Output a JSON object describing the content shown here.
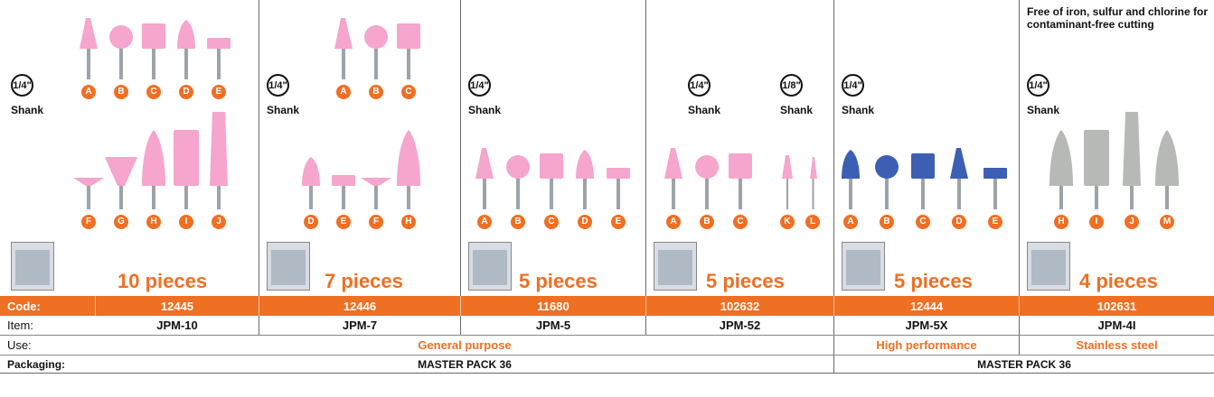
{
  "colors": {
    "accent": "#ef6f23",
    "pink": "#f6a5cd",
    "blue": "#3c5fb4",
    "gray": "#b7b9b6"
  },
  "panels": [
    {
      "id": "jpm10",
      "shank": [
        {
          "size": "1/4\"",
          "label": "Shank"
        }
      ],
      "top_stones": [
        {
          "letter": "A",
          "shape": "cone"
        },
        {
          "letter": "B",
          "shape": "ball"
        },
        {
          "letter": "C",
          "shape": "cyl"
        },
        {
          "letter": "D",
          "shape": "bullet"
        },
        {
          "letter": "E",
          "shape": "disc"
        }
      ],
      "bottom_stones": [
        {
          "letter": "F",
          "shape": "wheel"
        },
        {
          "letter": "G",
          "shape": "cup"
        },
        {
          "letter": "H",
          "shape": "tallbullet"
        },
        {
          "letter": "I",
          "shape": "tallcyl"
        },
        {
          "letter": "J",
          "shape": "taper"
        }
      ],
      "pieces": "10 pieces"
    },
    {
      "id": "jpm7",
      "shank": [
        {
          "size": "1/4\"",
          "label": "Shank"
        }
      ],
      "top_stones": [
        {
          "letter": "A",
          "shape": "cone"
        },
        {
          "letter": "B",
          "shape": "ball"
        },
        {
          "letter": "C",
          "shape": "cyl"
        }
      ],
      "bottom_stones": [
        {
          "letter": "D",
          "shape": "bullet"
        },
        {
          "letter": "E",
          "shape": "disc"
        },
        {
          "letter": "F",
          "shape": "wheel"
        },
        {
          "letter": "H",
          "shape": "tallbullet"
        }
      ],
      "pieces": "7 pieces"
    },
    {
      "id": "jpm5",
      "shank": [
        {
          "size": "1/4\"",
          "label": "Shank"
        }
      ],
      "top_stones": [],
      "bottom_stones": [
        {
          "letter": "A",
          "shape": "cone"
        },
        {
          "letter": "B",
          "shape": "ball"
        },
        {
          "letter": "C",
          "shape": "cyl"
        },
        {
          "letter": "D",
          "shape": "bullet"
        },
        {
          "letter": "E",
          "shape": "disc"
        }
      ],
      "pieces": "5 pieces"
    },
    {
      "id": "jpm52",
      "shank": [
        {
          "size": "1/4\"",
          "label": "Shank"
        },
        {
          "size": "1/8\"",
          "label": "Shank"
        }
      ],
      "top_stones": [],
      "bottom_stones": [
        {
          "letter": "A",
          "shape": "cone"
        },
        {
          "letter": "B",
          "shape": "ball"
        },
        {
          "letter": "C",
          "shape": "cyl"
        },
        {
          "letter": "K",
          "shape": "smallcone"
        },
        {
          "letter": "L",
          "shape": "smallneedle"
        }
      ],
      "pieces": "5 pieces"
    },
    {
      "id": "jpm5x",
      "shank": [
        {
          "size": "1/4\"",
          "label": "Shank"
        }
      ],
      "top_stones": [],
      "bottom_stones": [
        {
          "letter": "A",
          "shape": "bullet"
        },
        {
          "letter": "B",
          "shape": "ball"
        },
        {
          "letter": "C",
          "shape": "cyl"
        },
        {
          "letter": "D",
          "shape": "cone"
        },
        {
          "letter": "E",
          "shape": "disc"
        }
      ],
      "pieces": "5 pieces"
    },
    {
      "id": "jpm4i",
      "note": "Free of iron, sulfur and chlorine for contaminant-free cutting",
      "shank": [
        {
          "size": "1/4\"",
          "label": "Shank"
        }
      ],
      "top_stones": [],
      "bottom_stones": [
        {
          "letter": "H",
          "shape": "tallbullet"
        },
        {
          "letter": "I",
          "shape": "tallcyl"
        },
        {
          "letter": "J",
          "shape": "taper"
        },
        {
          "letter": "M",
          "shape": "tallbullet"
        }
      ],
      "pieces": "4 pieces"
    }
  ],
  "table": {
    "code_label": "Code:",
    "codes": [
      "12445",
      "12446",
      "11680",
      "102632",
      "12444",
      "102631"
    ],
    "item_label": "Item:",
    "items": [
      "JPM-10",
      "JPM-7",
      "JPM-5",
      "JPM-52",
      "JPM-5X",
      "JPM-4I"
    ],
    "use_label": "Use:",
    "use_general": "General purpose",
    "use_high": "High performance",
    "use_stainless": "Stainless steel",
    "packaging_label": "Packaging:",
    "packaging_left": "MASTER PACK 36",
    "packaging_right": "MASTER PACK 36"
  }
}
